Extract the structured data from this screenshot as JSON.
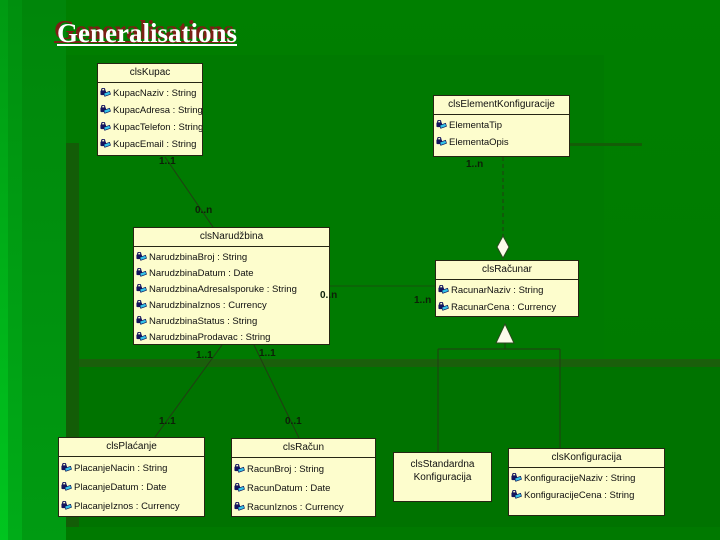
{
  "slide": {
    "title": "Generalisations"
  },
  "colors": {
    "background_green": "#007d00",
    "left_stripe_green": "#00b81e",
    "class_box_fill": "#fdfdcd",
    "class_box_border": "#262614",
    "title_color": "#ffffff",
    "title_shadow": "#7c2016",
    "connector": "#223c14",
    "attribute_icon_navy": "#14145e",
    "attribute_icon_cyan": "#35c4ea"
  },
  "diagram": {
    "type": "uml-class-diagram",
    "classes": {
      "kupac": {
        "title": "clsKupac",
        "attributes": [
          "KupacNaziv : String",
          "KupacAdresa : String",
          "KupacTelefon : String",
          "KupacEmail : String"
        ]
      },
      "element_konfiguracije": {
        "title": "clsElementKonfiguracije",
        "attributes": [
          "ElementaTip",
          "ElementaOpis"
        ]
      },
      "narudzbina": {
        "title": "clsNarudžbina",
        "attributes": [
          "NarudzbinaBroj : String",
          "NarudzbinaDatum : Date",
          "NarudzbinaAdresaIsporuke : String",
          "NarudzbinaIznos : Currency",
          "NarudzbinaStatus : String",
          "NarudzbinaProdavac : String"
        ]
      },
      "racunar": {
        "title": "clsRačunar",
        "attributes": [
          "RacunarNaziv : String",
          "RacunarCena : Currency"
        ]
      },
      "placanje": {
        "title": "clsPlaćanje",
        "attributes": [
          "PlacanjeNacin : String",
          "PlacanjeDatum : Date",
          "PlacanjeIznos : Currency"
        ]
      },
      "racun": {
        "title": "clsRačun",
        "attributes": [
          "RacunBroj : String",
          "RacunDatum : Date",
          "RacunIznos : Currency"
        ]
      },
      "standardna_konfiguracija": {
        "title": "clsStandardna Konfiguracija"
      },
      "konfiguracija": {
        "title": "clsKonfiguracija",
        "attributes": [
          "KonfiguracijeNaziv : String",
          "KonfiguracijeCena : String"
        ]
      }
    },
    "relationships": [
      {
        "from": "clsKupac",
        "to": "clsNarudžbina",
        "type": "association",
        "from_multiplicity": "1..1",
        "to_multiplicity": "0..n"
      },
      {
        "from": "clsElementKonfiguracije",
        "to": "clsRačunar",
        "type": "aggregation",
        "from_multiplicity": "1..n"
      },
      {
        "from": "clsNarudžbina",
        "to": "clsRačunar",
        "type": "association",
        "from_multiplicity": "0..n",
        "to_multiplicity": "1..n"
      },
      {
        "from": "clsNarudžbina",
        "to": "clsPlaćanje",
        "type": "association",
        "from_multiplicity": "1..1",
        "to_multiplicity": "1..1"
      },
      {
        "from": "clsNarudžbina",
        "to": "clsRačun",
        "type": "association",
        "from_multiplicity": "1..1",
        "to_multiplicity": "0..1"
      },
      {
        "from": "clsStandardna Konfiguracija",
        "to": "clsRačunar",
        "type": "generalization"
      },
      {
        "from": "clsKonfiguracija",
        "to": "clsRačunar",
        "type": "generalization"
      }
    ]
  }
}
